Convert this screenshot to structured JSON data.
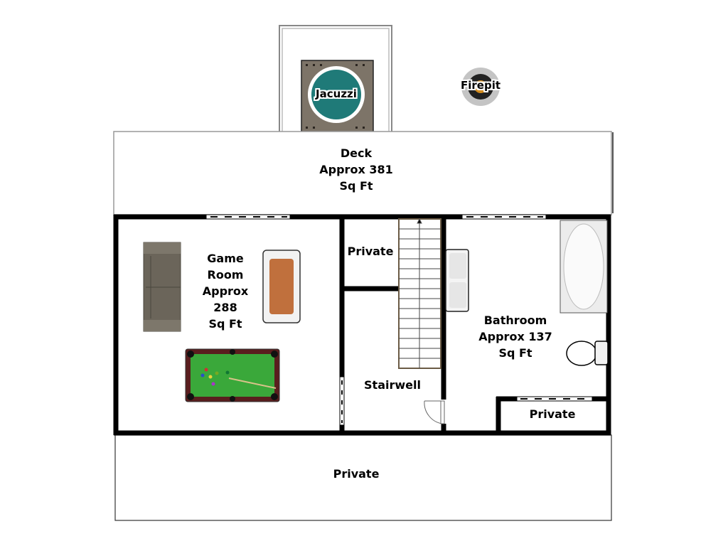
{
  "outdoor": {
    "jacuzzi": "Jacuzzi",
    "firepit": "Firepit"
  },
  "rooms": {
    "deck": {
      "name": "Deck",
      "area": "Approx 381",
      "unit": "Sq Ft"
    },
    "game_room": {
      "name1": "Game",
      "name2": "Room",
      "area1": "Approx",
      "area2": "288",
      "unit": "Sq Ft"
    },
    "private_top": "Private",
    "stairwell": "Stairwell",
    "bathroom": {
      "name": "Bathroom",
      "area": "Approx 137",
      "unit": "Sq Ft"
    },
    "private_bath": "Private",
    "private_bottom": "Private"
  },
  "colors": {
    "wall": "#000000",
    "jacuzzi_water": "#1f7a78",
    "felt": "#3aa83a",
    "sofa": "#6b655a",
    "pingpong": "#c0703d"
  }
}
